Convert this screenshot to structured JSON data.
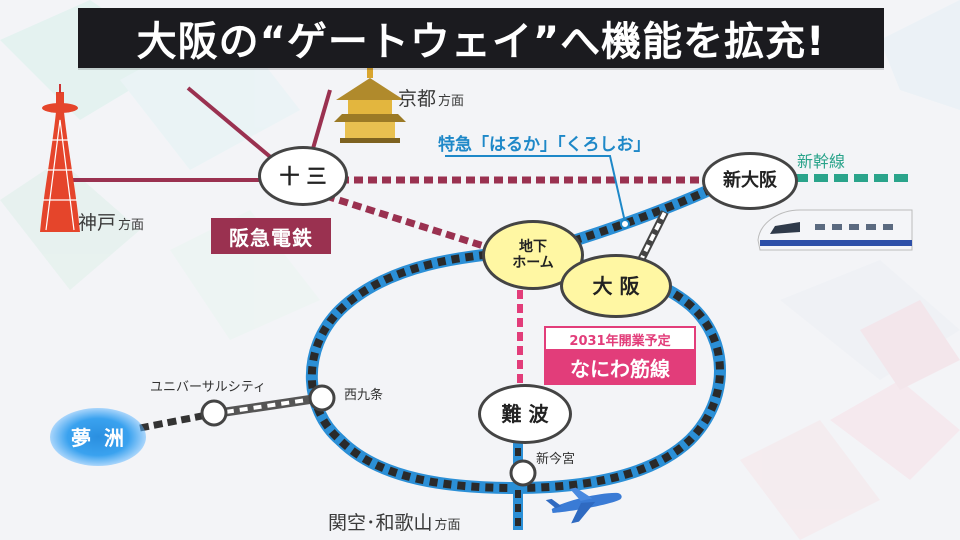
{
  "banner": {
    "title": "大阪の“ゲートウェイ”へ機能を拡充!"
  },
  "directions": {
    "kyoto": {
      "name": "京都",
      "suffix": "方面"
    },
    "kobe": {
      "name": "神戸",
      "suffix": "方面"
    },
    "kanku": {
      "name": "関空･和歌山",
      "suffix": "方面"
    }
  },
  "stations": {
    "juso": "十 三",
    "shin_osaka": "新大阪",
    "underground": "地下\nホーム",
    "osaka": "大 阪",
    "namba": "難 波",
    "nishikujo": "西九条",
    "universal_city": "ユニバーサルシティ",
    "shin_imamiya": "新今宮",
    "yumeshima": "夢 洲"
  },
  "lines": {
    "hankyu": "阪急電鉄",
    "express": "特急「はるか」「くろしお」",
    "shinkansen": "新幹線",
    "naniwa_year": "2031年開業予定",
    "naniwa_name": "なにわ筋線"
  },
  "colors": {
    "hankyu": "#9a3150",
    "jr_blue": "#2b8fd6",
    "naniwa": "#e23d7a",
    "shinkansen": "#2aa48b",
    "banner": "#1b1b1f"
  }
}
